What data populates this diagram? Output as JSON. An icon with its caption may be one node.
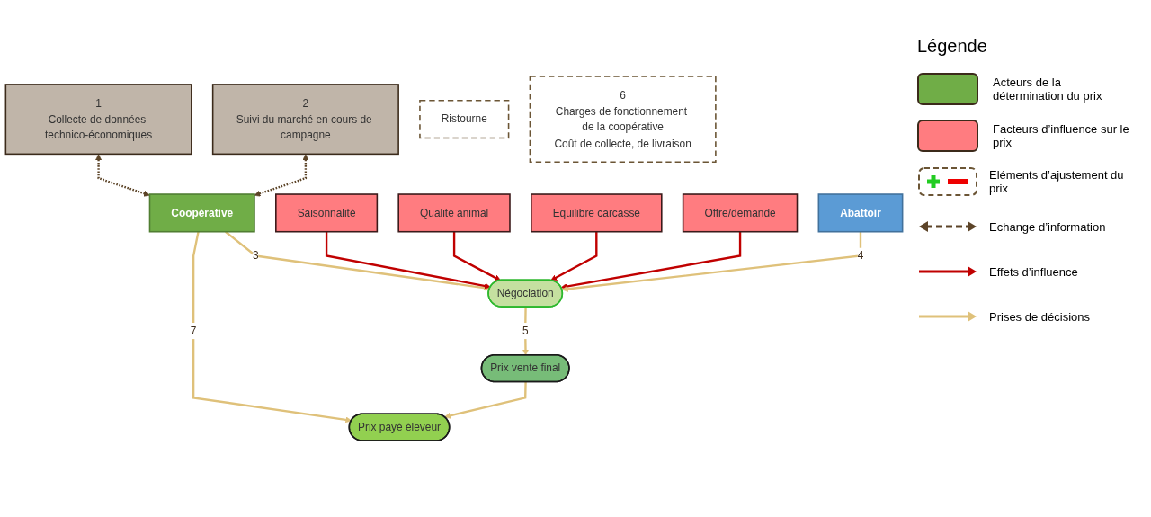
{
  "diagram": {
    "nodes": [
      {
        "text": [
          "1",
          "Collecte de données technico-économiques"
        ]
      },
      {
        "text": [
          "2",
          "Suivi du marché en cours de campagne"
        ]
      },
      {
        "text": [
          "Coopérative"
        ]
      },
      {
        "text": [
          "Prix payé éleveur"
        ]
      },
      {
        "text": [
          "Ristourne"
        ]
      },
      {
        "text": [
          "6",
          "Charges de fonctionnement de la coopérative",
          "Coût de collecte, de livraison"
        ]
      },
      {
        "text": [
          "Saisonnalité"
        ]
      },
      {
        "text": [
          "Qualité animal"
        ]
      },
      {
        "text": [
          "Négociation"
        ]
      },
      {
        "text": [
          "Prix vente final"
        ]
      },
      {
        "text": [
          "Equilibre carcasse"
        ]
      },
      {
        "text": [
          "Offre/demande"
        ]
      },
      {
        "text": [
          "Abattoir"
        ]
      }
    ],
    "edges": [
      {
        "from": 0,
        "to": 2,
        "arrow": "both",
        "style": "dashed",
        "color": "#5c4428"
      },
      {
        "from": 1,
        "to": 2,
        "arrow": "both",
        "style": "dashed",
        "color": "#5c4428"
      },
      {
        "from": 2,
        "to": 3,
        "arrow": "to",
        "label": "7"
      },
      {
        "from": 2,
        "to": 8,
        "arrow": "to",
        "label": "3"
      },
      {
        "from": 6,
        "to": 8,
        "arrow": "to",
        "color": "#c00000"
      },
      {
        "from": 7,
        "to": 8,
        "arrow": "to",
        "color": "#c00000"
      },
      {
        "from": 10,
        "to": 8,
        "arrow": "to",
        "color": "#c00000"
      },
      {
        "from": 11,
        "to": 8,
        "arrow": "to",
        "color": "#c00000"
      },
      {
        "from": 12,
        "to": 8,
        "arrow": "to",
        "label": "4"
      },
      {
        "from": 8,
        "to": 9,
        "arrow": "to",
        "label": "5"
      },
      {
        "from": 9,
        "to": 3,
        "arrow": "to"
      }
    ],
    "labels": [
      "Légende"
    ],
    "legend": [
      {
        "text": "Acteurs de la détermination du prix",
        "color": "#70ad47"
      },
      {
        "text": "Facteurs d’influence sur le prix",
        "color": "#ff7c80"
      },
      {
        "text": "Eléments d’ajustement du prix"
      },
      {
        "text": "Echange d’information"
      },
      {
        "text": "Effets d’influence"
      },
      {
        "text": "Prises de décisions"
      }
    ]
  }
}
